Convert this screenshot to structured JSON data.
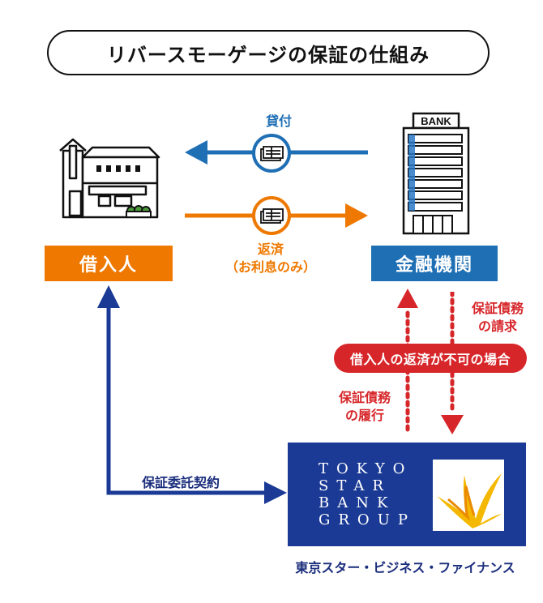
{
  "title": "リバースモーゲージの保証の仕組み",
  "bank_sign": "BANK",
  "borrower_label": "借入人",
  "institution_label": "金融機関",
  "loan_label": "貸付",
  "repay_label_line1": "返済",
  "repay_label_line2": "（お利息のみ）",
  "claim_label_line1": "保証債務",
  "claim_label_line2": "の請求",
  "default_condition": "借入人の返済が不可の場合",
  "perform_label_line1": "保証債務",
  "perform_label_line2": "の履行",
  "contract_label": "保証委託契約",
  "logo_lines": [
    "TOKYO",
    "STAR",
    "BANK",
    "GROUP"
  ],
  "company_caption": "東京スター・ビジネス・ファイナンス",
  "colors": {
    "orange": "#ee7800",
    "blue": "#1f6fb5",
    "red": "#d7262a",
    "navy": "#1a3a95",
    "gold": "#f5b800"
  },
  "icons": [
    "house-icon",
    "bank-building-icon",
    "money-bundle-icon",
    "logo-emblem-icon"
  ]
}
